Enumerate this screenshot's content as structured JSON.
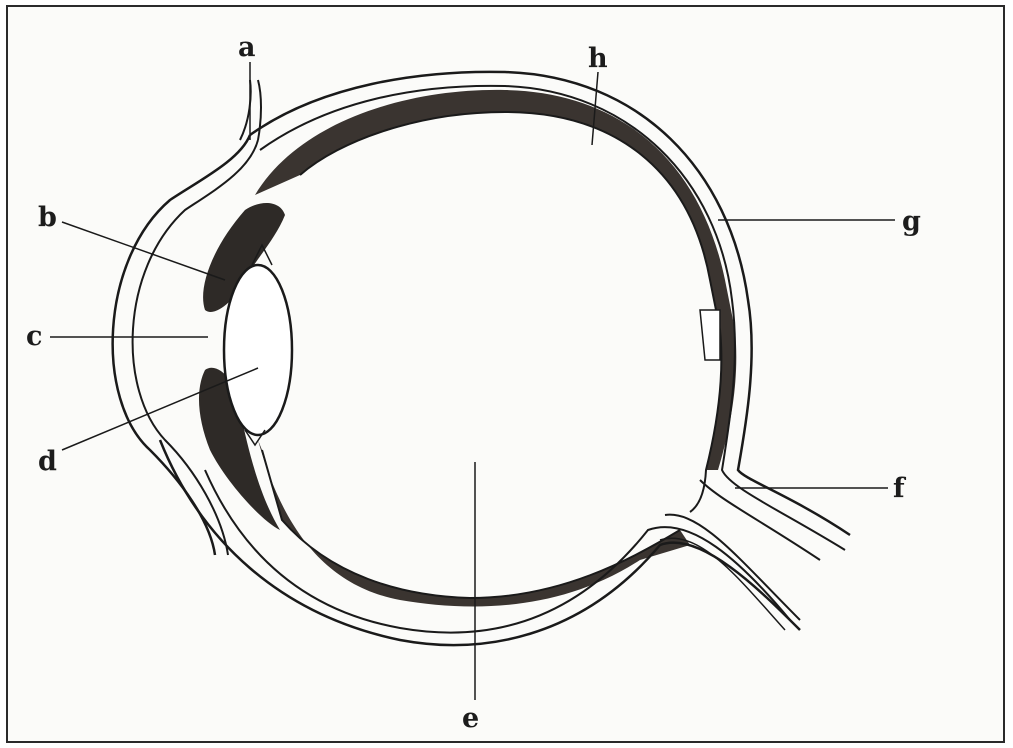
{
  "diagram": {
    "labels": {
      "a": "a",
      "b": "b",
      "c": "c",
      "d": "d",
      "e": "e",
      "f": "f",
      "g": "g",
      "h": "h"
    },
    "colors": {
      "outline": "#1a1a1a",
      "choroid": "#3a3430",
      "background": "#fbfbf9"
    }
  }
}
